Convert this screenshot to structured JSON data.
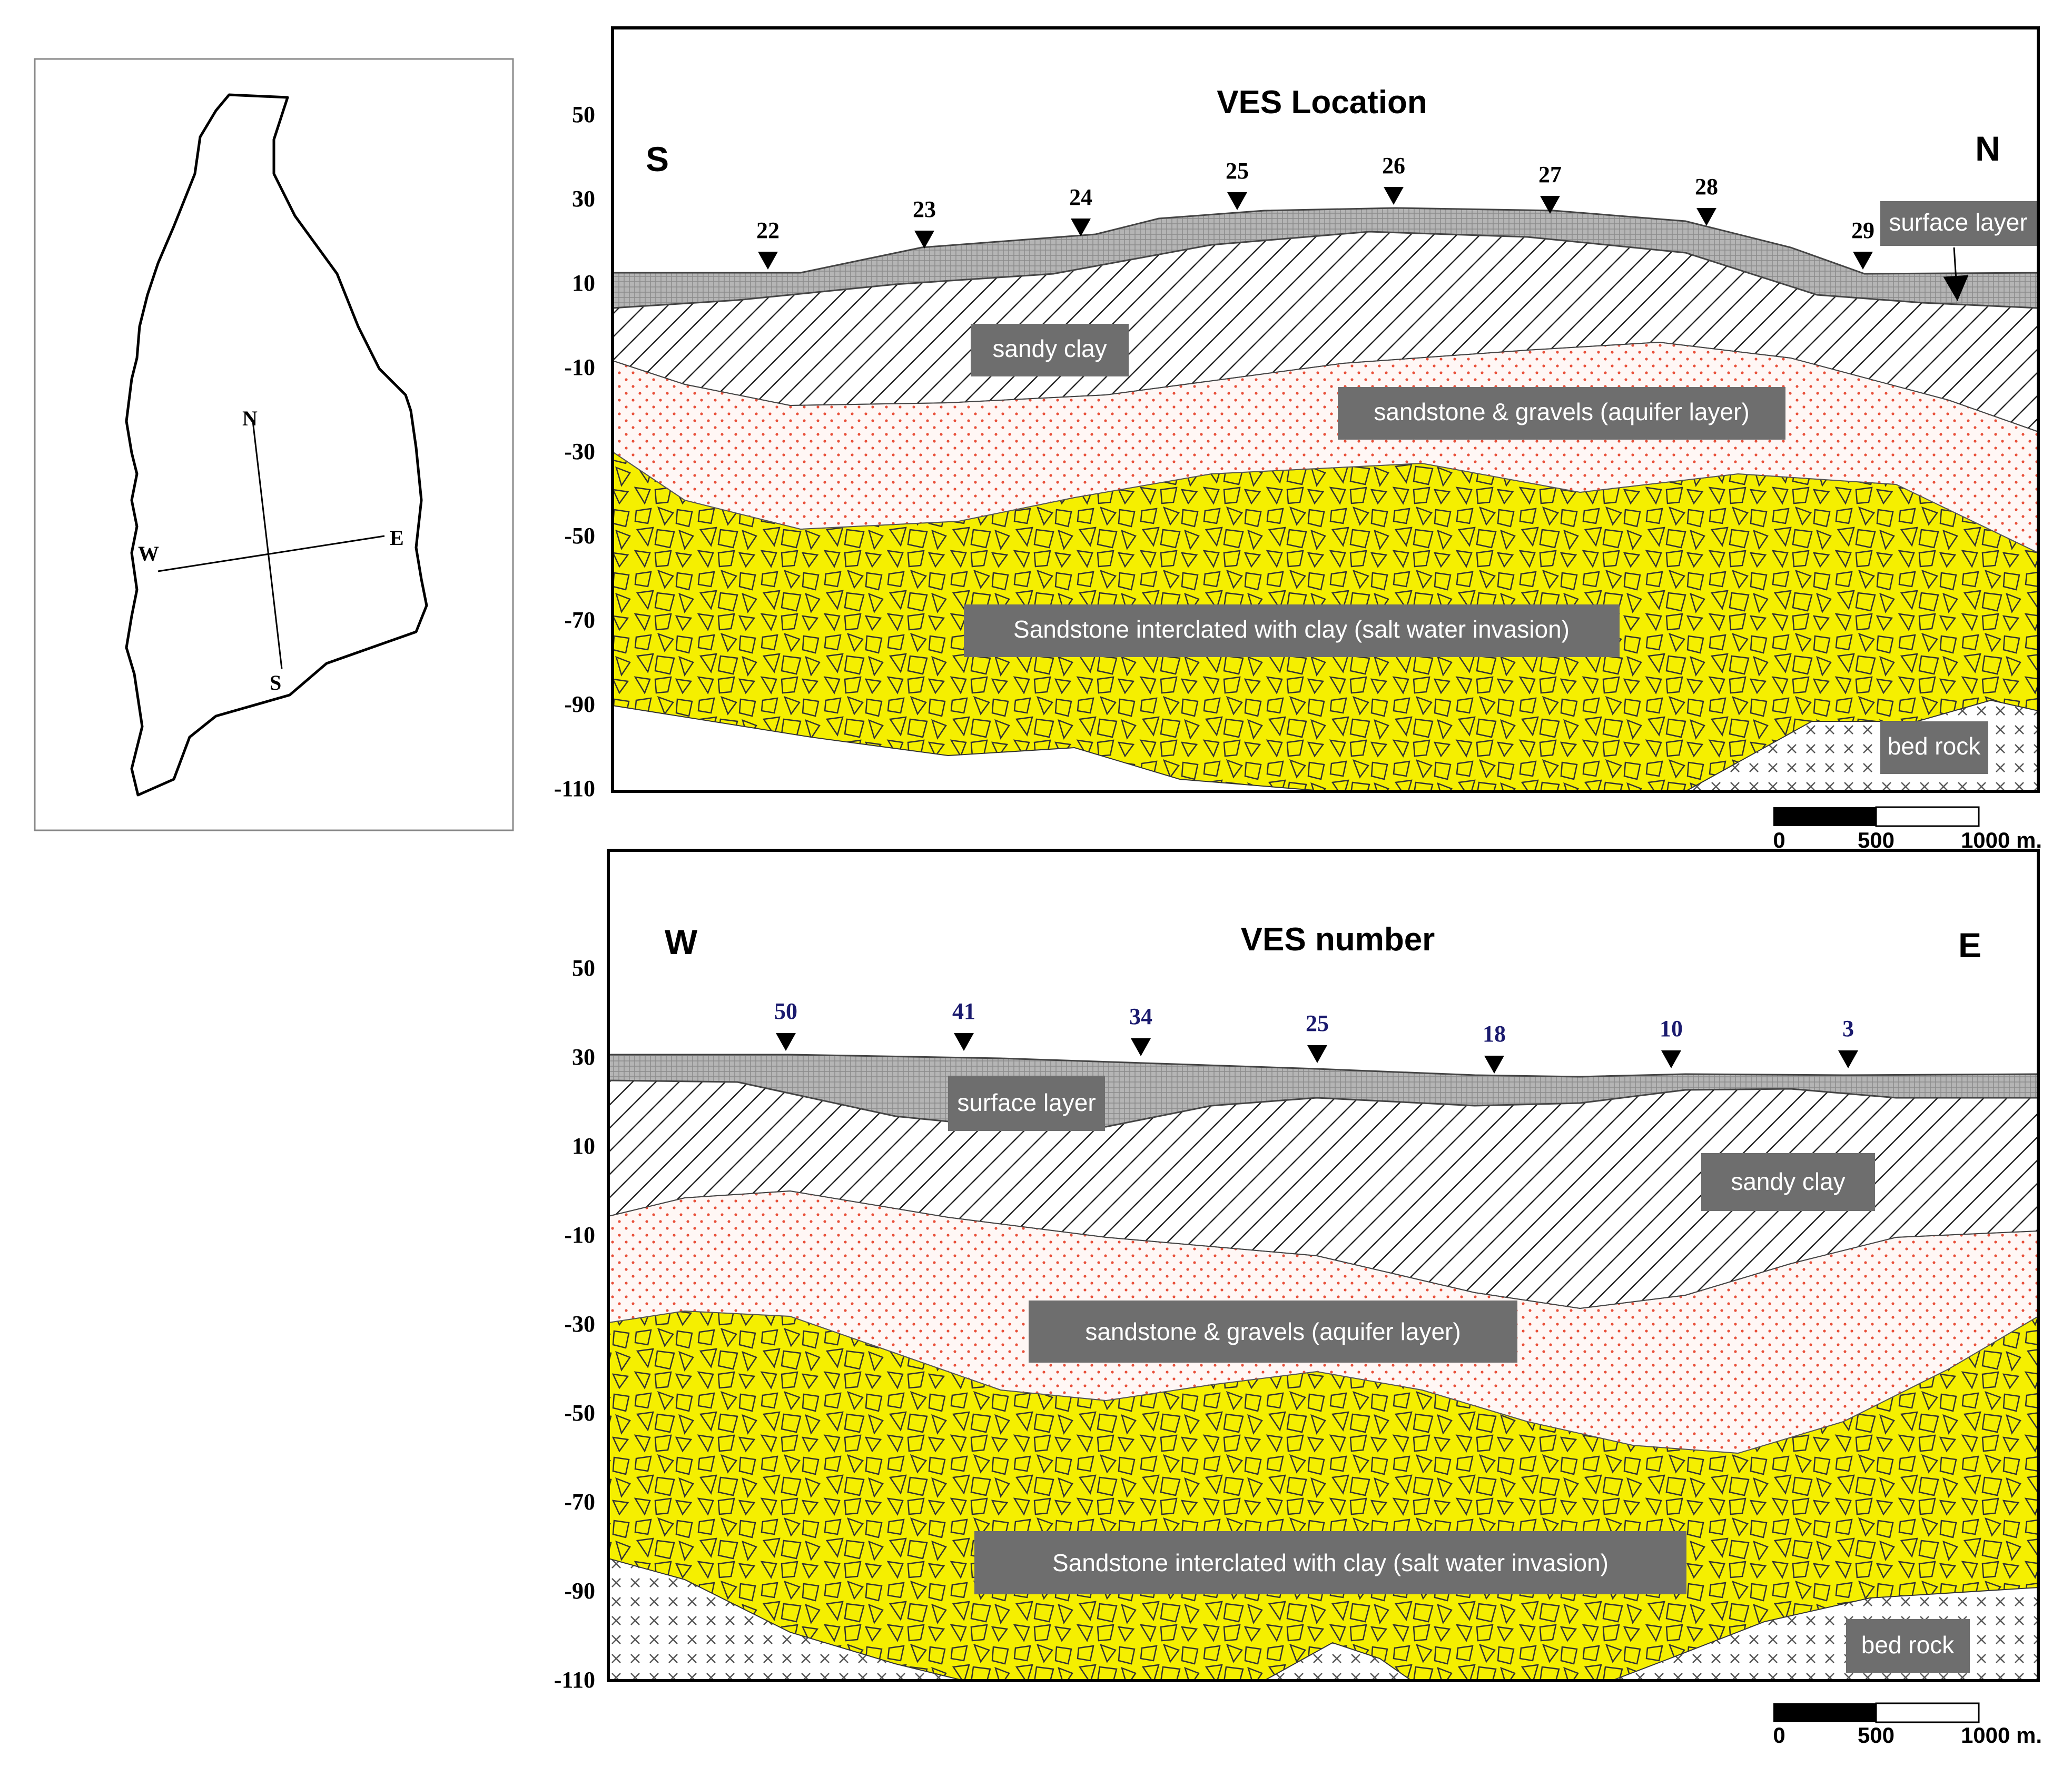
{
  "map": {
    "compass": {
      "n": "N",
      "s": "S",
      "e": "E",
      "w": "W"
    }
  },
  "section_sn": {
    "title": "VES Location",
    "left_dir": "S",
    "right_dir": "N",
    "y_ticks": [
      "50",
      "30",
      "10",
      "-10",
      "-30",
      "-50",
      "-70",
      "-90",
      "-110"
    ],
    "markers": [
      "22",
      "23",
      "24",
      "25",
      "26",
      "27",
      "28",
      "29"
    ],
    "marker_color": "#000000",
    "layers": {
      "surface": "surface layer",
      "sandy_clay": "sandy clay",
      "aquifer": "sandstone & gravels (aquifer layer)",
      "sandstone_clay": "Sandstone interclated with clay (salt water invasion)",
      "bedrock": "bed rock"
    },
    "scale": {
      "start": "0",
      "mid": "500",
      "end": "1000 m."
    }
  },
  "section_we": {
    "title": "VES number",
    "left_dir": "W",
    "right_dir": "E",
    "y_ticks": [
      "50",
      "30",
      "10",
      "-10",
      "-30",
      "-50",
      "-70",
      "-90",
      "-110"
    ],
    "markers": [
      "50",
      "41",
      "34",
      "25",
      "18",
      "10",
      "3"
    ],
    "marker_color": "#1a1a6e",
    "layers": {
      "surface": "surface layer",
      "sandy_clay": "sandy clay",
      "aquifer": "sandstone & gravels (aquifer layer)",
      "sandstone_clay": "Sandstone interclated with clay (salt water invasion)",
      "bedrock": "bed rock"
    },
    "scale": {
      "start": "0",
      "mid": "500",
      "end": "1000 m."
    }
  },
  "colors": {
    "sandstone_clay": "#f5ef00",
    "aquifer_dots": "#e8503a",
    "surface_gray": "#a8a8a8",
    "label_box": "#6e6e6e"
  }
}
